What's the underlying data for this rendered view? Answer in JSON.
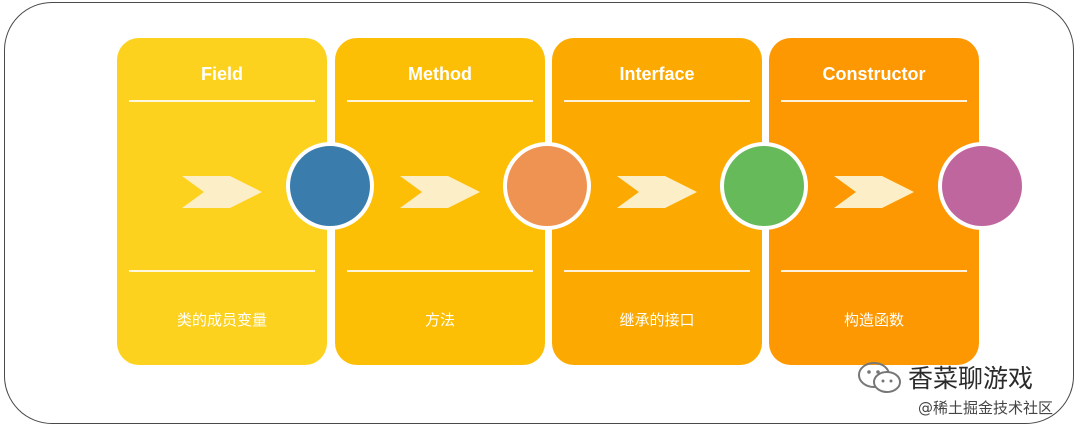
{
  "cards": [
    {
      "title": "Field",
      "desc": "类的成员变量",
      "color": "#FCD21F",
      "circle": "#3A7CAC"
    },
    {
      "title": "Method",
      "desc": "方法",
      "color": "#FDBF05",
      "circle": "#EF9352"
    },
    {
      "title": "Interface",
      "desc": "继承的接口",
      "color": "#FCAA02",
      "circle": "#67BA5A"
    },
    {
      "title": "Constructor",
      "desc": "构造函数",
      "color": "#FD9802",
      "circle": "#C0669F"
    }
  ],
  "arrow_color": "#FCEFC8",
  "watermark": {
    "main": "香菜聊游戏",
    "sub": "@稀土掘金技术社区"
  }
}
